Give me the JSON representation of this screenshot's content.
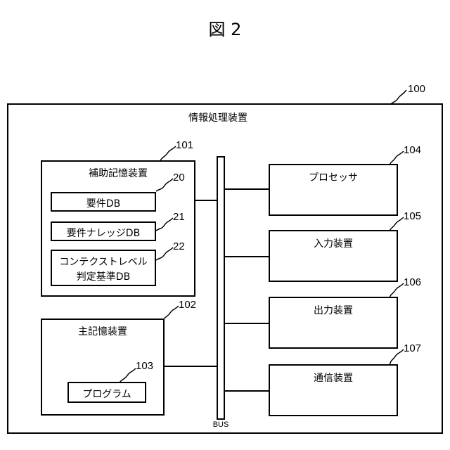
{
  "figure": {
    "title": "図 2"
  },
  "device": {
    "ref": "100",
    "label": "情報処理装置"
  },
  "aux_storage": {
    "ref": "101",
    "label": "補助記憶装置",
    "db1": {
      "ref": "20",
      "label": "要件DB"
    },
    "db2": {
      "ref": "21",
      "label": "要件ナレッジDB"
    },
    "db3": {
      "ref": "22",
      "label_line1": "コンテクストレベル",
      "label_line2": "判定基準DB"
    }
  },
  "main_storage": {
    "ref": "102",
    "label": "主記憶装置",
    "program": {
      "ref": "103",
      "label": "プログラム"
    }
  },
  "bus": {
    "label": "BUS"
  },
  "processor": {
    "ref": "104",
    "label": "プロセッサ"
  },
  "input_device": {
    "ref": "105",
    "label": "入力装置"
  },
  "output_device": {
    "ref": "106",
    "label": "出力装置"
  },
  "comm_device": {
    "ref": "107",
    "label": "通信装置"
  }
}
